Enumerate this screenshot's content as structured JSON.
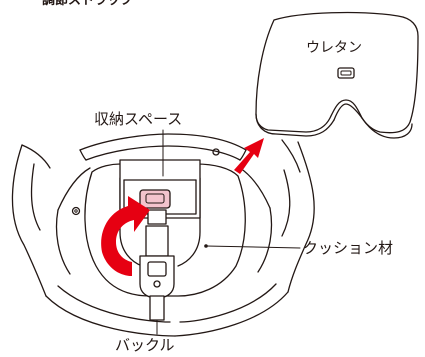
{
  "labels": {
    "top_cut": "調節ストラップ",
    "urethane": "ウレタン",
    "storage_space": "収納スペース",
    "cushion_material": "クッション材",
    "buckle": "バックル"
  },
  "colors": {
    "line": "#231815",
    "arrow_red": "#e60012",
    "buckle_pink": "#f3c4cd"
  },
  "icons": [
    "rotate-arrow-icon",
    "lift-arrow-icon"
  ]
}
